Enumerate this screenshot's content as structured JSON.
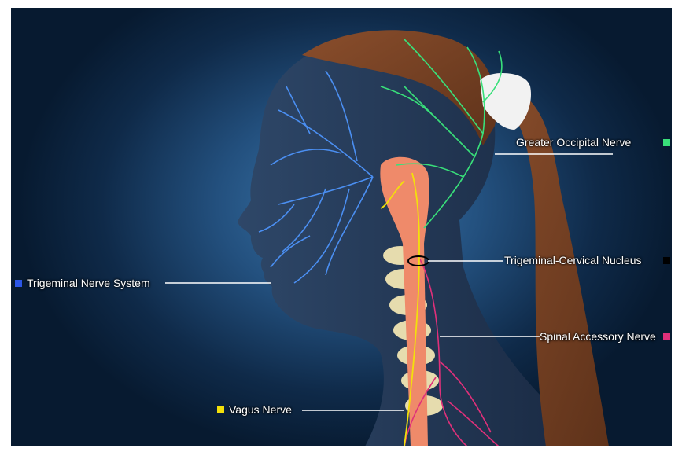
{
  "labels": {
    "greater_occipital": "Greater Occipital Nerve",
    "trigeminal_cervical": "Trigeminal-Cervical Nucleus",
    "trigeminal_system": "Trigeminal Nerve System",
    "spinal_accessory": "Spinal Accessory Nerve",
    "vagus": "Vagus Nerve"
  },
  "colors": {
    "greater_occipital": "#39e07a",
    "trigeminal_cervical": "#000000",
    "trigeminal_system": "#2c56e6",
    "spinal_accessory": "#e0307a",
    "vagus": "#f3e00a"
  }
}
